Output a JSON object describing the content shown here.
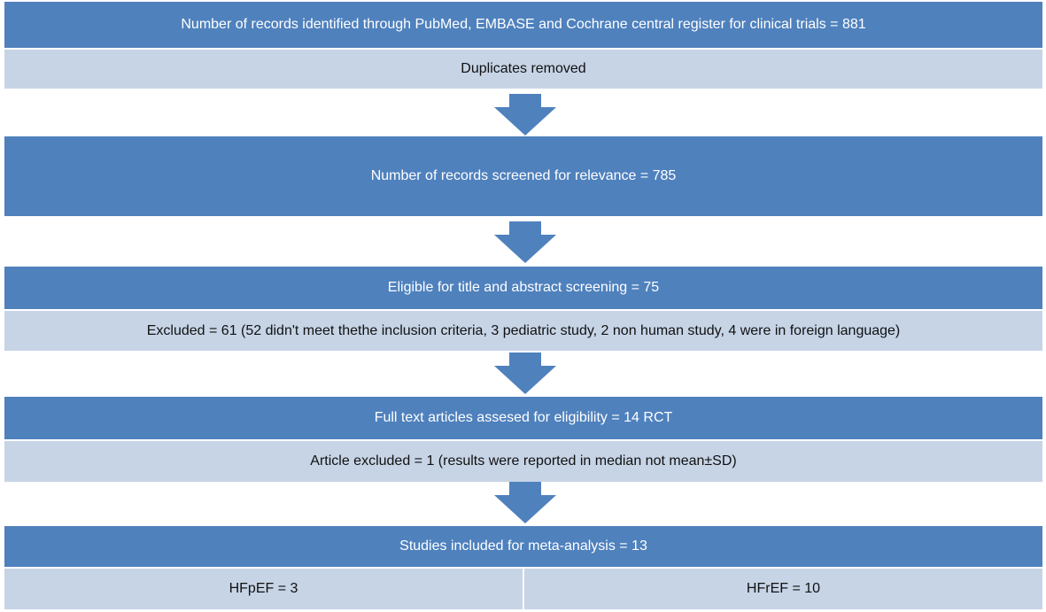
{
  "flowchart": {
    "identified": "Number  of records identified through PubMed, EMBASE  and Cochrane central register for clinical trials = 881",
    "duplicates": "Duplicates removed",
    "screened": "Number  of records screened for relevance = 785",
    "eligible": "Eligible for title and abstract screening = 75",
    "excluded": "Excluded = 61 (52 didn't meet thethe  inclusion criteria, 3 pediatric study, 2 non human study, 4 were  in foreign language)",
    "fulltext": "Full text articles assesed for eligibility = 14 RCT",
    "article_excluded": "Article excluded = 1 (results were reported in median not mean±SD)",
    "included": "Studies included for meta-analysis = 13",
    "hfpef": "HFpEF = 3",
    "hfref": "HFrEF = 10"
  },
  "colors": {
    "dark_box": "#4f81bd",
    "light_box": "#c6d4e6",
    "arrow": "#4f81bd"
  }
}
